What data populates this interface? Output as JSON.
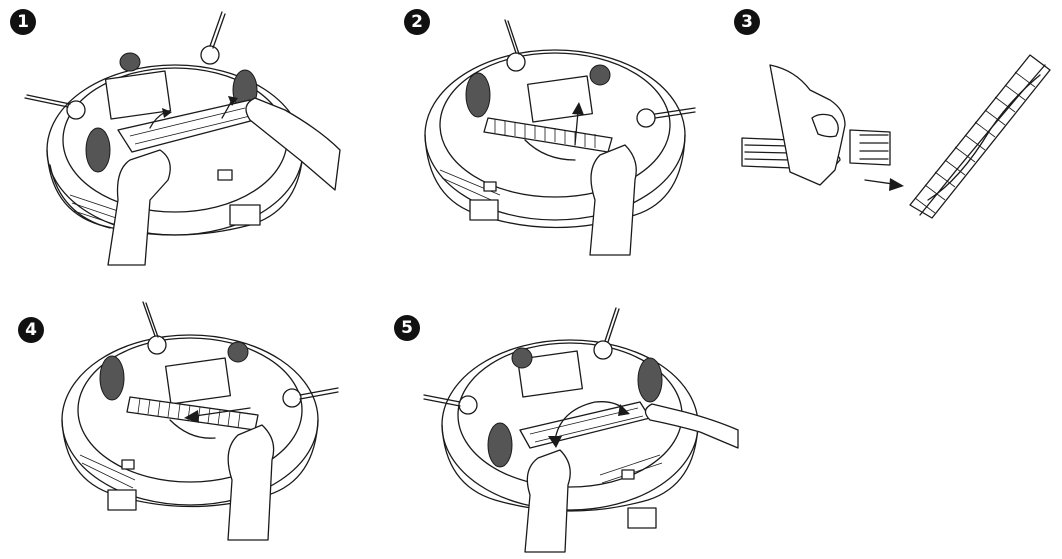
{
  "steps": [
    {
      "label": "1",
      "icon": "robot-vacuum-open-brush-cover"
    },
    {
      "label": "2",
      "icon": "robot-vacuum-remove-brush"
    },
    {
      "label": "3",
      "icon": "clean-brush-with-tool"
    },
    {
      "label": "4",
      "icon": "robot-vacuum-insert-brush"
    },
    {
      "label": "5",
      "icon": "robot-vacuum-close-brush-cover"
    }
  ],
  "colors": {
    "line": "#1a1a1a",
    "badge": "#111111",
    "background": "#ffffff"
  }
}
